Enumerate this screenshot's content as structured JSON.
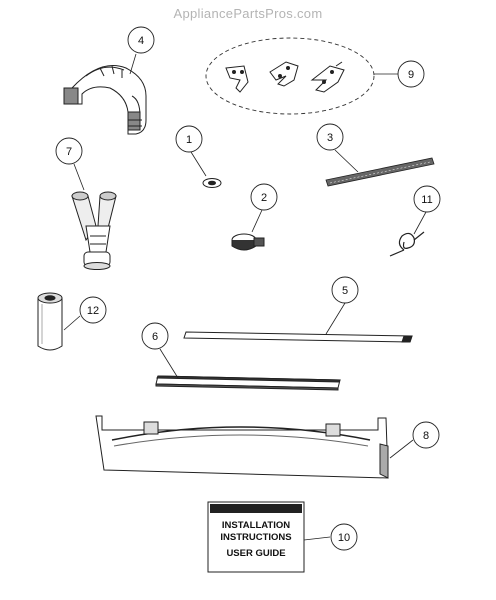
{
  "watermark": "AppliancePartsPros.com",
  "callouts": {
    "c1": "1",
    "c2": "2",
    "c3": "3",
    "c4": "4",
    "c5": "5",
    "c6": "6",
    "c7": "7",
    "c8": "8",
    "c9": "9",
    "c10": "10",
    "c11": "11",
    "c12": "12"
  },
  "booklet": {
    "line1": "INSTALLATION",
    "line2": "INSTRUCTIONS",
    "line3": "USER GUIDE"
  }
}
